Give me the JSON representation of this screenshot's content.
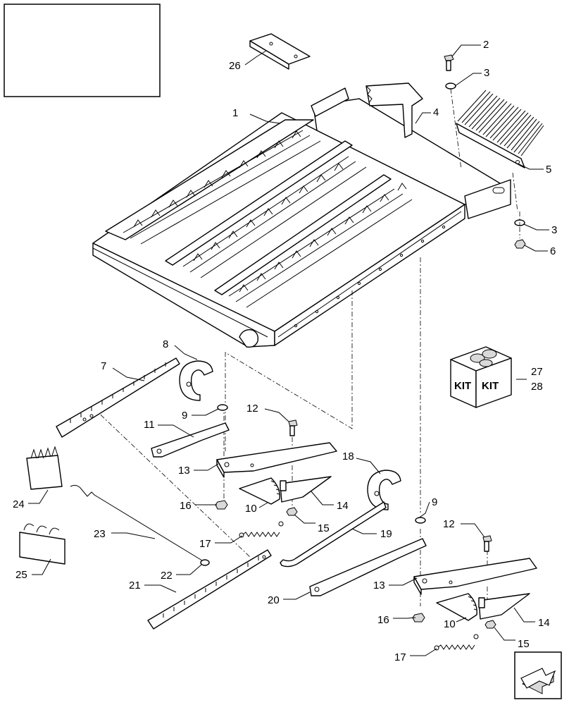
{
  "kit_label": "KIT",
  "callouts": [
    "1",
    "2",
    "3",
    "3",
    "4",
    "5",
    "6",
    "7",
    "8",
    "9",
    "9",
    "10",
    "10",
    "11",
    "12",
    "12",
    "13",
    "13",
    "14",
    "14",
    "15",
    "15",
    "16",
    "16",
    "17",
    "17",
    "18",
    "19",
    "20",
    "21",
    "22",
    "23",
    "24",
    "25",
    "26",
    "27",
    "28"
  ]
}
